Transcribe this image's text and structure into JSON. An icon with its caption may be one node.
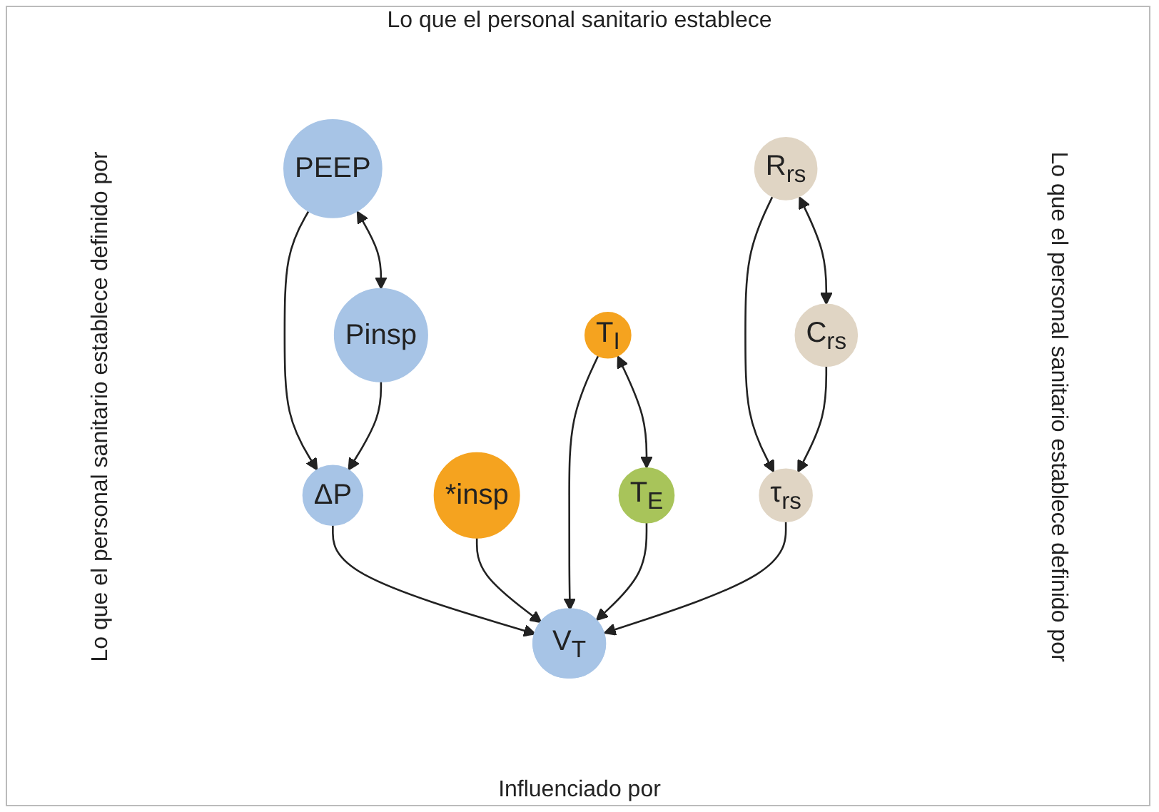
{
  "diagram": {
    "nodes": [
      {
        "text": [
          "PEEP"
        ]
      },
      {
        "text": [
          "Pinsp"
        ]
      },
      {
        "text": [
          "ΔP"
        ]
      },
      {
        "text": [
          "*insp"
        ]
      },
      {
        "text": [
          "V$_{T}$"
        ]
      },
      {
        "text": [
          "T$_{I}$"
        ]
      },
      {
        "text": [
          "T$_{E}$"
        ]
      },
      {
        "text": [
          "τ$_{rs}$"
        ]
      },
      {
        "text": [
          "R$_{rs}$"
        ]
      },
      {
        "text": [
          "C$_{rs}$"
        ]
      }
    ],
    "edges": [
      {
        "from": 0,
        "to": 1,
        "arrow": "both"
      },
      {
        "from": 0,
        "to": 2,
        "arrow": "to"
      },
      {
        "from": 1,
        "to": 2,
        "arrow": "to"
      },
      {
        "from": 2,
        "to": 4,
        "arrow": "to"
      },
      {
        "from": 3,
        "to": 4,
        "arrow": "to"
      },
      {
        "from": 5,
        "to": 4,
        "arrow": "to"
      },
      {
        "from": 5,
        "to": 6,
        "arrow": "both"
      },
      {
        "from": 6,
        "to": 4,
        "arrow": "to"
      },
      {
        "from": 7,
        "to": 4,
        "arrow": "to"
      },
      {
        "from": 8,
        "to": 7,
        "arrow": "to"
      },
      {
        "from": 9,
        "to": 7,
        "arrow": "to"
      },
      {
        "from": 8,
        "to": 9,
        "arrow": "both"
      }
    ],
    "labels": [
      "Lo que el personal sanitario establece",
      "Lo que el personal sanitario establece definido por",
      "Lo que el personal sanitario establece definido por",
      "Influenciado por"
    ]
  }
}
